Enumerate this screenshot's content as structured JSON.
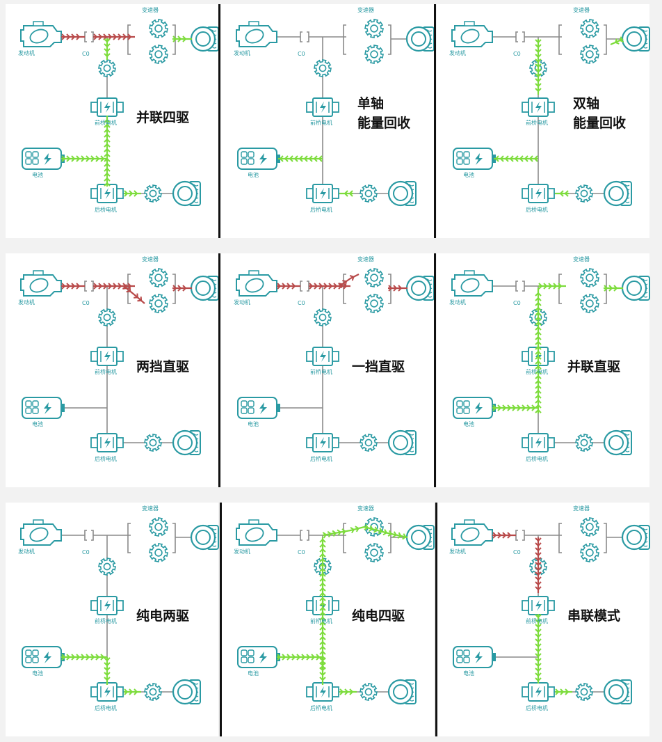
{
  "labels": {
    "engine": "发动机",
    "clutch": "C0",
    "transmission": "变速器",
    "front_motor": "前桥电机",
    "battery": "电池",
    "rear_motor": "后桥电机"
  },
  "colors": {
    "component": "#2a9aa3",
    "line": "#8a8a8a",
    "electric_flow": "#7ddc3c",
    "fuel_flow": "#b84a4a",
    "divider": "#111111"
  },
  "panels": [
    {
      "title": [
        "并联四驱"
      ],
      "flows": [
        "eng_cl",
        "cl_tr_top",
        "tr_wheel",
        "gear_down",
        "bat_in",
        "rear_up",
        "rear_out"
      ]
    },
    {
      "title": [
        "单轴",
        "能量回收"
      ],
      "flows": [
        "bat_out",
        "rear_in"
      ]
    },
    {
      "title": [
        "双轴",
        "能量回收"
      ],
      "flows": [
        "front_up_ret",
        "tr_back",
        "bat_out_long",
        "rear_in"
      ]
    },
    {
      "title": [
        "两挡直驱"
      ],
      "flows": [
        "eng_cl",
        "cl_tr_top",
        "tr_low",
        "tr_wheel"
      ]
    },
    {
      "title": [
        "一挡直驱"
      ],
      "flows": [
        "eng_cl",
        "cl_tr_top",
        "tr_high",
        "tr_wheel"
      ]
    },
    {
      "title": [
        "并联直驱"
      ],
      "flows": [
        "bat_up",
        "front_up",
        "tr_wheel",
        "cl_tr_top_green"
      ]
    },
    {
      "title": [
        "纯电两驱"
      ],
      "flows": [
        "bat_in",
        "rear_down",
        "rear_out"
      ]
    },
    {
      "title": [
        "纯电四驱"
      ],
      "flows": [
        "bat_in",
        "rear_down",
        "front_up2",
        "tr_green",
        "rear_out"
      ]
    },
    {
      "title": [
        "串联模式"
      ],
      "flows": [
        "eng_cl_red",
        "gear_down_red",
        "front_down",
        "rear_out"
      ]
    }
  ]
}
